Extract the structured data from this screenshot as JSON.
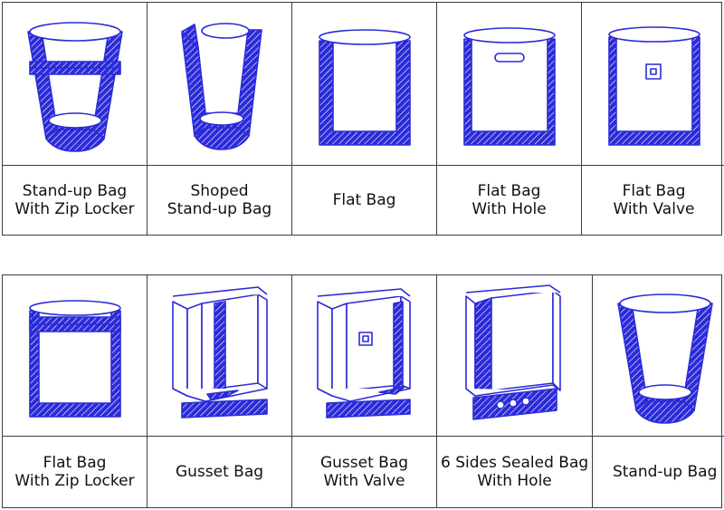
{
  "colors": {
    "accent": "#2b2bd9",
    "outline": "#2b2bd9",
    "grid": "#3a3d48",
    "text": "#111111"
  },
  "rows": [
    {
      "items": [
        {
          "icon": "stand-up-bag-zip-icon",
          "lines": [
            "Stand-up Bag",
            "With Zip Locker"
          ]
        },
        {
          "icon": "shoped-stand-up-bag-icon",
          "lines": [
            "Shoped",
            "Stand-up Bag"
          ]
        },
        {
          "icon": "flat-bag-icon",
          "lines": [
            "Flat Bag"
          ]
        },
        {
          "icon": "flat-bag-hole-icon",
          "lines": [
            "Flat Bag",
            "With Hole"
          ]
        },
        {
          "icon": "flat-bag-valve-icon",
          "lines": [
            "Flat Bag",
            "With Valve"
          ]
        }
      ]
    },
    {
      "items": [
        {
          "icon": "flat-bag-zip-icon",
          "lines": [
            "Flat Bag",
            "With Zip Locker"
          ]
        },
        {
          "icon": "gusset-bag-icon",
          "lines": [
            "Gusset Bag"
          ]
        },
        {
          "icon": "gusset-bag-valve-icon",
          "lines": [
            "Gusset Bag",
            "With Valve"
          ]
        },
        {
          "icon": "six-sides-sealed-bag-hole-icon",
          "lines": [
            "6 Sides Sealed Bag",
            "With Hole"
          ]
        },
        {
          "icon": "stand-up-bag-icon",
          "lines": [
            "Stand-up Bag"
          ]
        }
      ]
    }
  ]
}
